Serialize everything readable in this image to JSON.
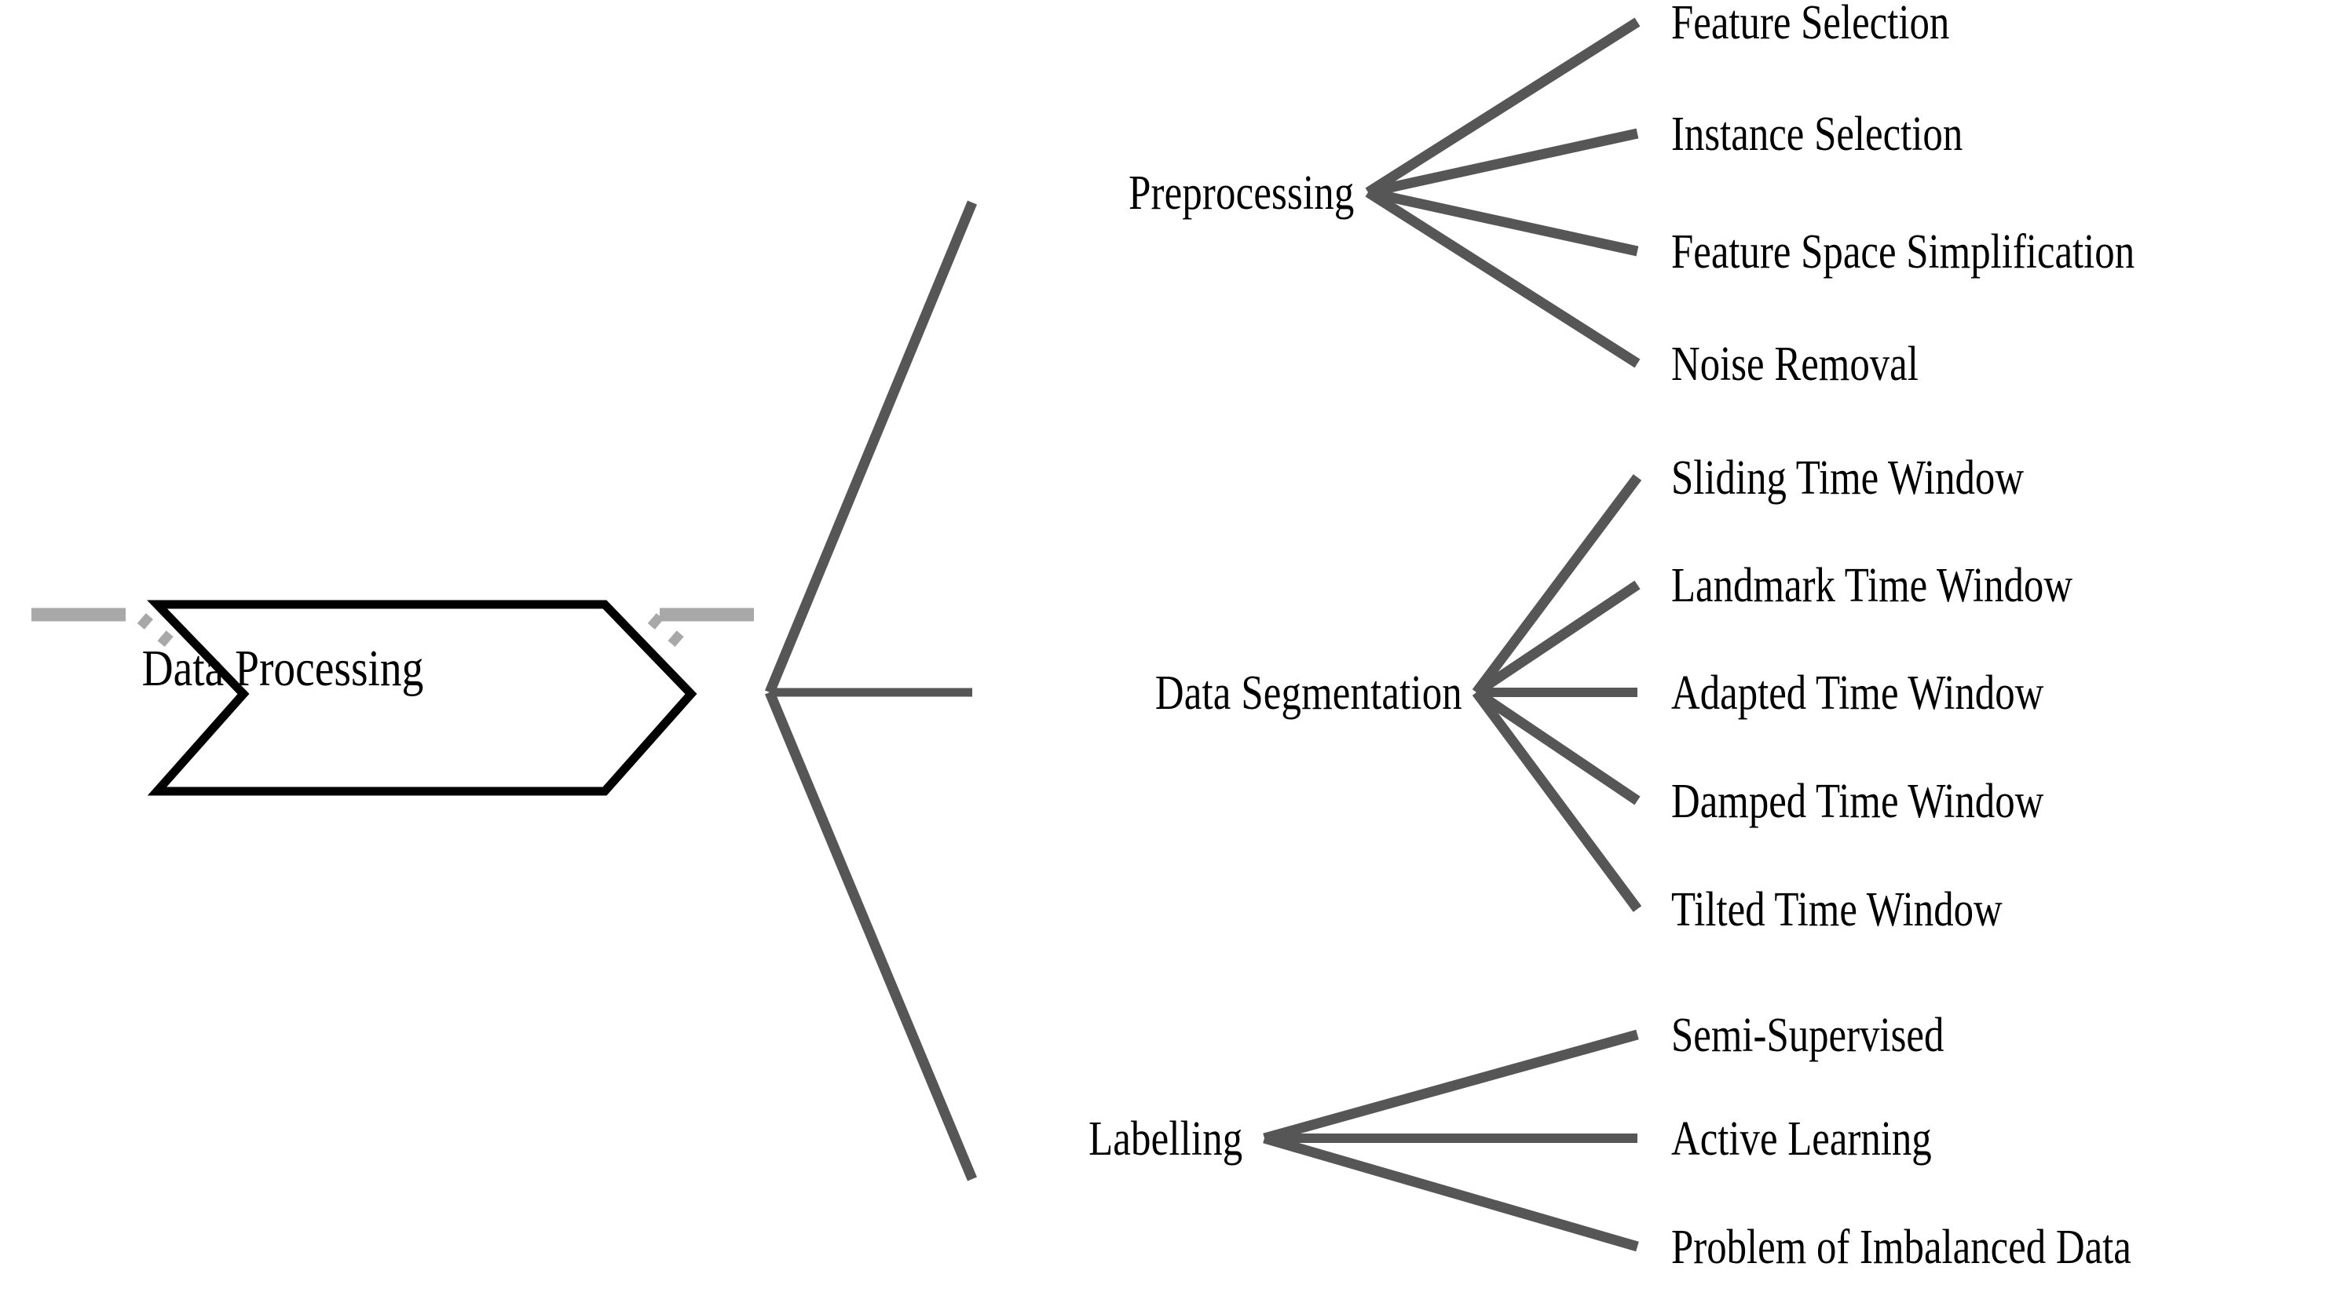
{
  "diagram": {
    "title_visible": false,
    "colors": {
      "edge_dark": "#565656",
      "chevron_light": "#a8a8a8",
      "chevron_main": "#000000",
      "text": "#000000",
      "background": "#ffffff"
    },
    "stage": {
      "label": "Data Processing",
      "prev_placeholder": "…",
      "next_placeholder": "…"
    },
    "branches": [
      {
        "label": "Preprocessing",
        "children": [
          "Feature Selection",
          "Instance Selection",
          "Feature Space Simplification",
          "Noise Removal"
        ]
      },
      {
        "label": "Data Segmentation",
        "children": [
          "Sliding Time Window",
          "Landmark Time Window",
          "Adapted Time Window",
          "Damped Time Window",
          "Tilted Time Window"
        ]
      },
      {
        "label": "Labelling",
        "children": [
          "Semi-Supervised",
          "Active Learning",
          "Problem of Imbalanced Data"
        ]
      }
    ]
  }
}
